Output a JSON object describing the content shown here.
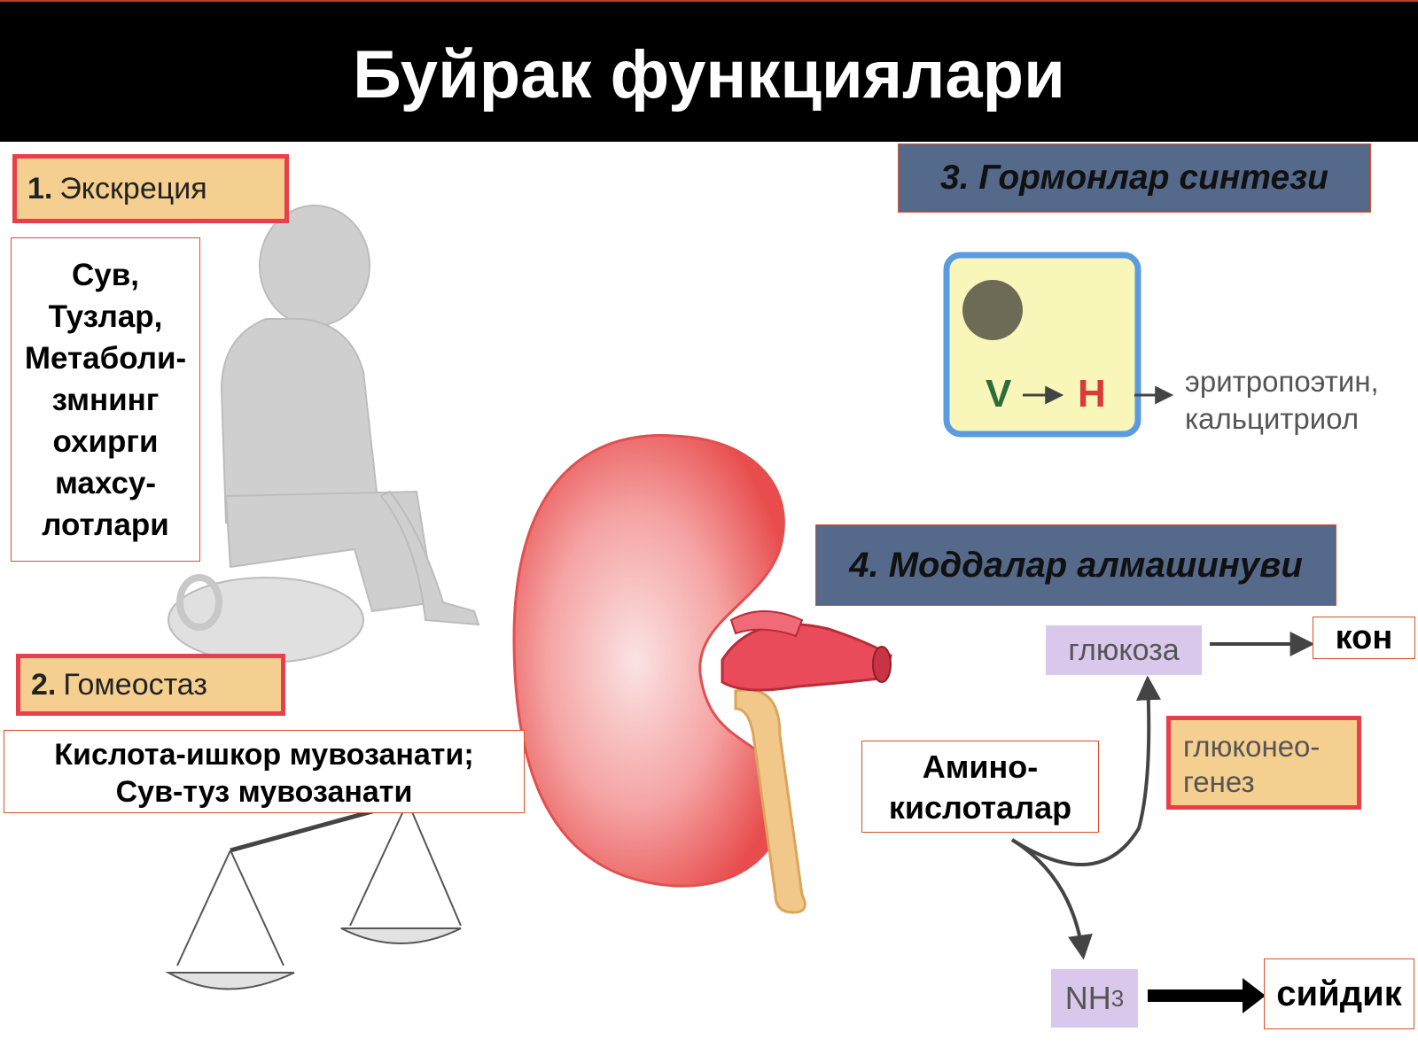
{
  "title": "Буйрак функциялари",
  "excretion": {
    "number": "1.",
    "label": "Экскреция",
    "items": [
      "Сув,",
      "Тузлар,",
      "Метаболи-",
      "змнинг",
      "охирги",
      "махсу-",
      "лотлари"
    ]
  },
  "homeostasis": {
    "number": "2.",
    "label": "Гомеостаз",
    "lines": [
      "Кислота-ишкор мувозанати;",
      "Сув-туз мувозанати"
    ]
  },
  "hormones": {
    "label": "3. Гормонлар синтези",
    "from": "V",
    "to": "H",
    "products": [
      "эритропоэтин,",
      "кальцитриол"
    ]
  },
  "metabolism": {
    "label": "4. Моддалар алмашинуви",
    "glucose": "глюкоза",
    "blood": "кон",
    "gluconeogenesis": [
      "глюконео-",
      "генез"
    ],
    "amino_acids": [
      "Амино-",
      "кислоталар"
    ],
    "ammonia": "NH",
    "ammonia_sub": "3",
    "urine": "сийдик"
  },
  "colors": {
    "kidney": "#ee5a5a",
    "tag_orange": "#f5cf8f",
    "tag_border": "#e8404a",
    "tag_slate": "#55698a",
    "cell_fill": "#f8f6b8",
    "cell_border": "#5b9be0",
    "arrow_red": "#d93a3a",
    "arrow_green": "#2d6d3a"
  }
}
